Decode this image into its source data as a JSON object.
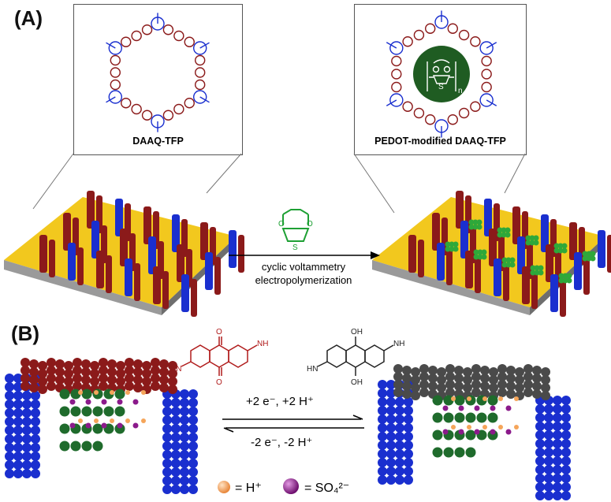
{
  "panel_a": {
    "label": "(A)",
    "left_inset_caption": "DAAQ-TFP",
    "right_inset_caption": "PEDOT-modified DAAQ-TFP",
    "polymer_subscript": "n",
    "arrow_line1": "cyclic voltammetry",
    "arrow_line2": "electropolymerization"
  },
  "panel_b": {
    "label": "(B)",
    "forward_reaction": "+2 e⁻, +2 H⁺",
    "reverse_reaction": "-2 e⁻, -2 H⁺",
    "legend": {
      "proton_label": "=  H⁺",
      "sulfate_label": "=  SO₄²⁻"
    }
  },
  "colors": {
    "anthraquinone_red": "#8b1a1a",
    "triazine_blue": "#1a2fcf",
    "gold_substrate": "#f2c81e",
    "pedot_green": "#1f6b2c",
    "reduced_gray": "#4a4a4a",
    "proton_orange": "#f5a55a",
    "sulfate_purple": "#8b1a8b"
  }
}
